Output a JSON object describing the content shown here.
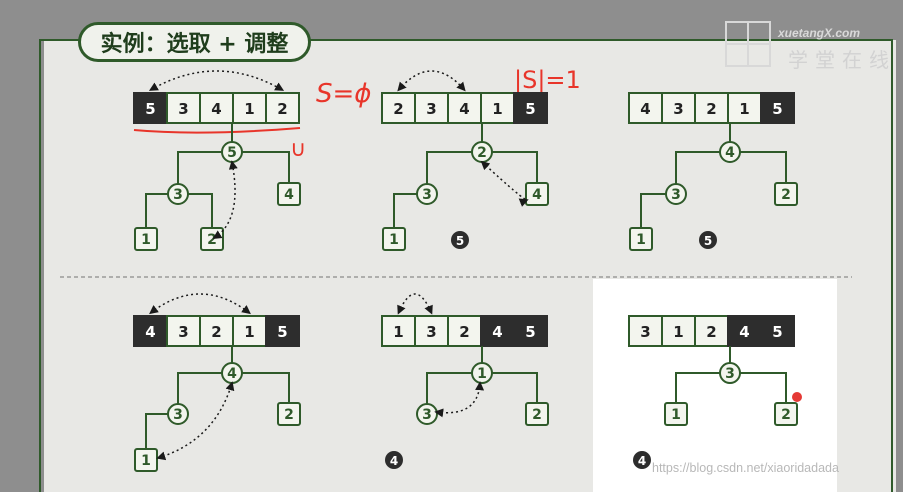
{
  "title": "实例：选取 + 调整",
  "logo": {
    "brand": "xuetangX.com",
    "cn": "学堂在线"
  },
  "annotations": {
    "s_empty": "S=ϕ",
    "s_size": "|S|=1",
    "union": "∪"
  },
  "watermark": "https://blog.csdn.net/xiaoridadada",
  "panels": [
    {
      "array": [
        "5",
        "3",
        "4",
        "1",
        "2"
      ],
      "dark": [
        0
      ],
      "arc": [
        0,
        4
      ],
      "nodes": {
        "root": "5",
        "mid": "3",
        "right": "4",
        "leftleaf": "1",
        "rightleaf": "2"
      },
      "result": ""
    },
    {
      "array": [
        "2",
        "3",
        "4",
        "1",
        "5"
      ],
      "dark": [
        4
      ],
      "arc": [
        0,
        2
      ],
      "nodes": {
        "root": "2",
        "mid": "3",
        "right": "4",
        "leftleaf": "1"
      },
      "result": "5"
    },
    {
      "array": [
        "4",
        "3",
        "2",
        "1",
        "5"
      ],
      "dark": [
        4
      ],
      "arc": null,
      "nodes": {
        "root": "4",
        "mid": "3",
        "right": "2",
        "leftleaf": "1"
      },
      "result": "5"
    },
    {
      "array": [
        "4",
        "3",
        "2",
        "1",
        "5"
      ],
      "dark": [
        0,
        4
      ],
      "arc": [
        0,
        3
      ],
      "nodes": {
        "root": "4",
        "mid": "3",
        "right": "2",
        "leftleaf": "1"
      },
      "result": ""
    },
    {
      "array": [
        "1",
        "3",
        "2",
        "4",
        "5"
      ],
      "dark": [
        3,
        4
      ],
      "arc": [
        0,
        1
      ],
      "nodes": {
        "root": "1",
        "mid": "3",
        "right": "2"
      },
      "result": "4"
    },
    {
      "array": [
        "3",
        "1",
        "2",
        "4",
        "5"
      ],
      "dark": [
        3,
        4
      ],
      "arc": null,
      "nodes": {
        "root": "3",
        "left": "1",
        "right": "2"
      },
      "result": "4"
    }
  ]
}
